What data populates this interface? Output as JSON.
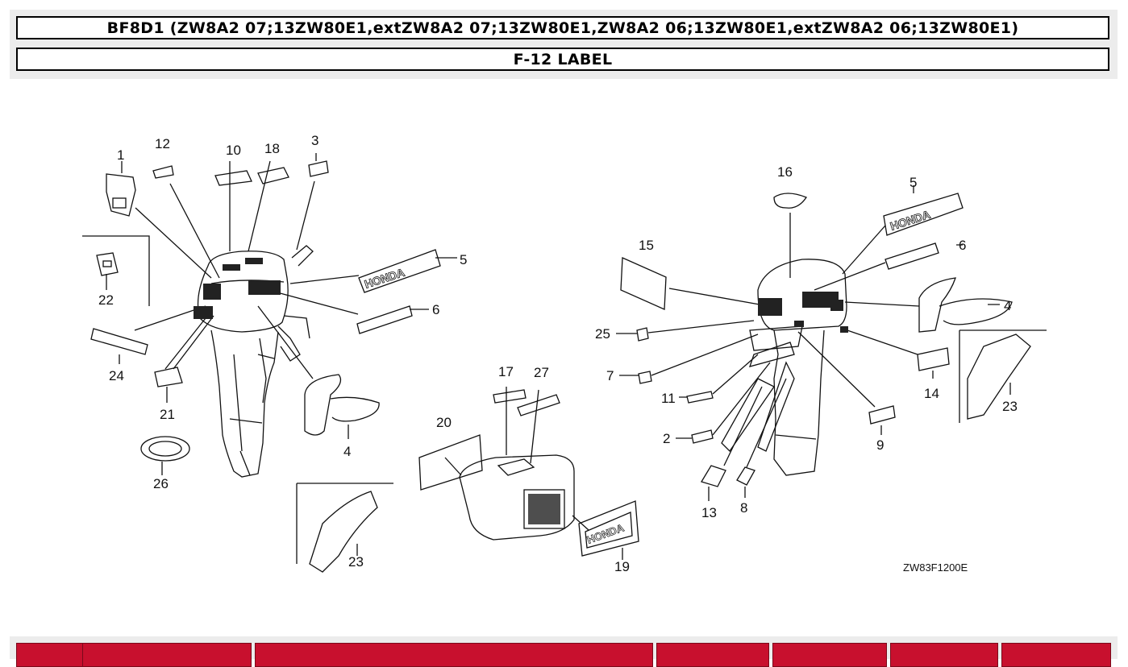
{
  "header": {
    "model_title": "BF8D1 (ZW8A2 07;13ZW80E1,extZW8A2 07;13ZW80E1,ZW8A2 06;13ZW80E1,extZW8A2 06;13ZW80E1)",
    "section_title": "F-12 LABEL"
  },
  "diagram": {
    "code": "ZW83F1200E",
    "callouts": [
      "1",
      "12",
      "10",
      "18",
      "3",
      "5",
      "6",
      "22",
      "24",
      "21",
      "4",
      "26",
      "23",
      "20",
      "17",
      "27",
      "19",
      "16",
      "5",
      "15",
      "6",
      "4",
      "25",
      "7",
      "11",
      "2",
      "14",
      "9",
      "23",
      "13",
      "8"
    ]
  },
  "table": {
    "header_color": "#c8102e",
    "column_count": 7
  }
}
